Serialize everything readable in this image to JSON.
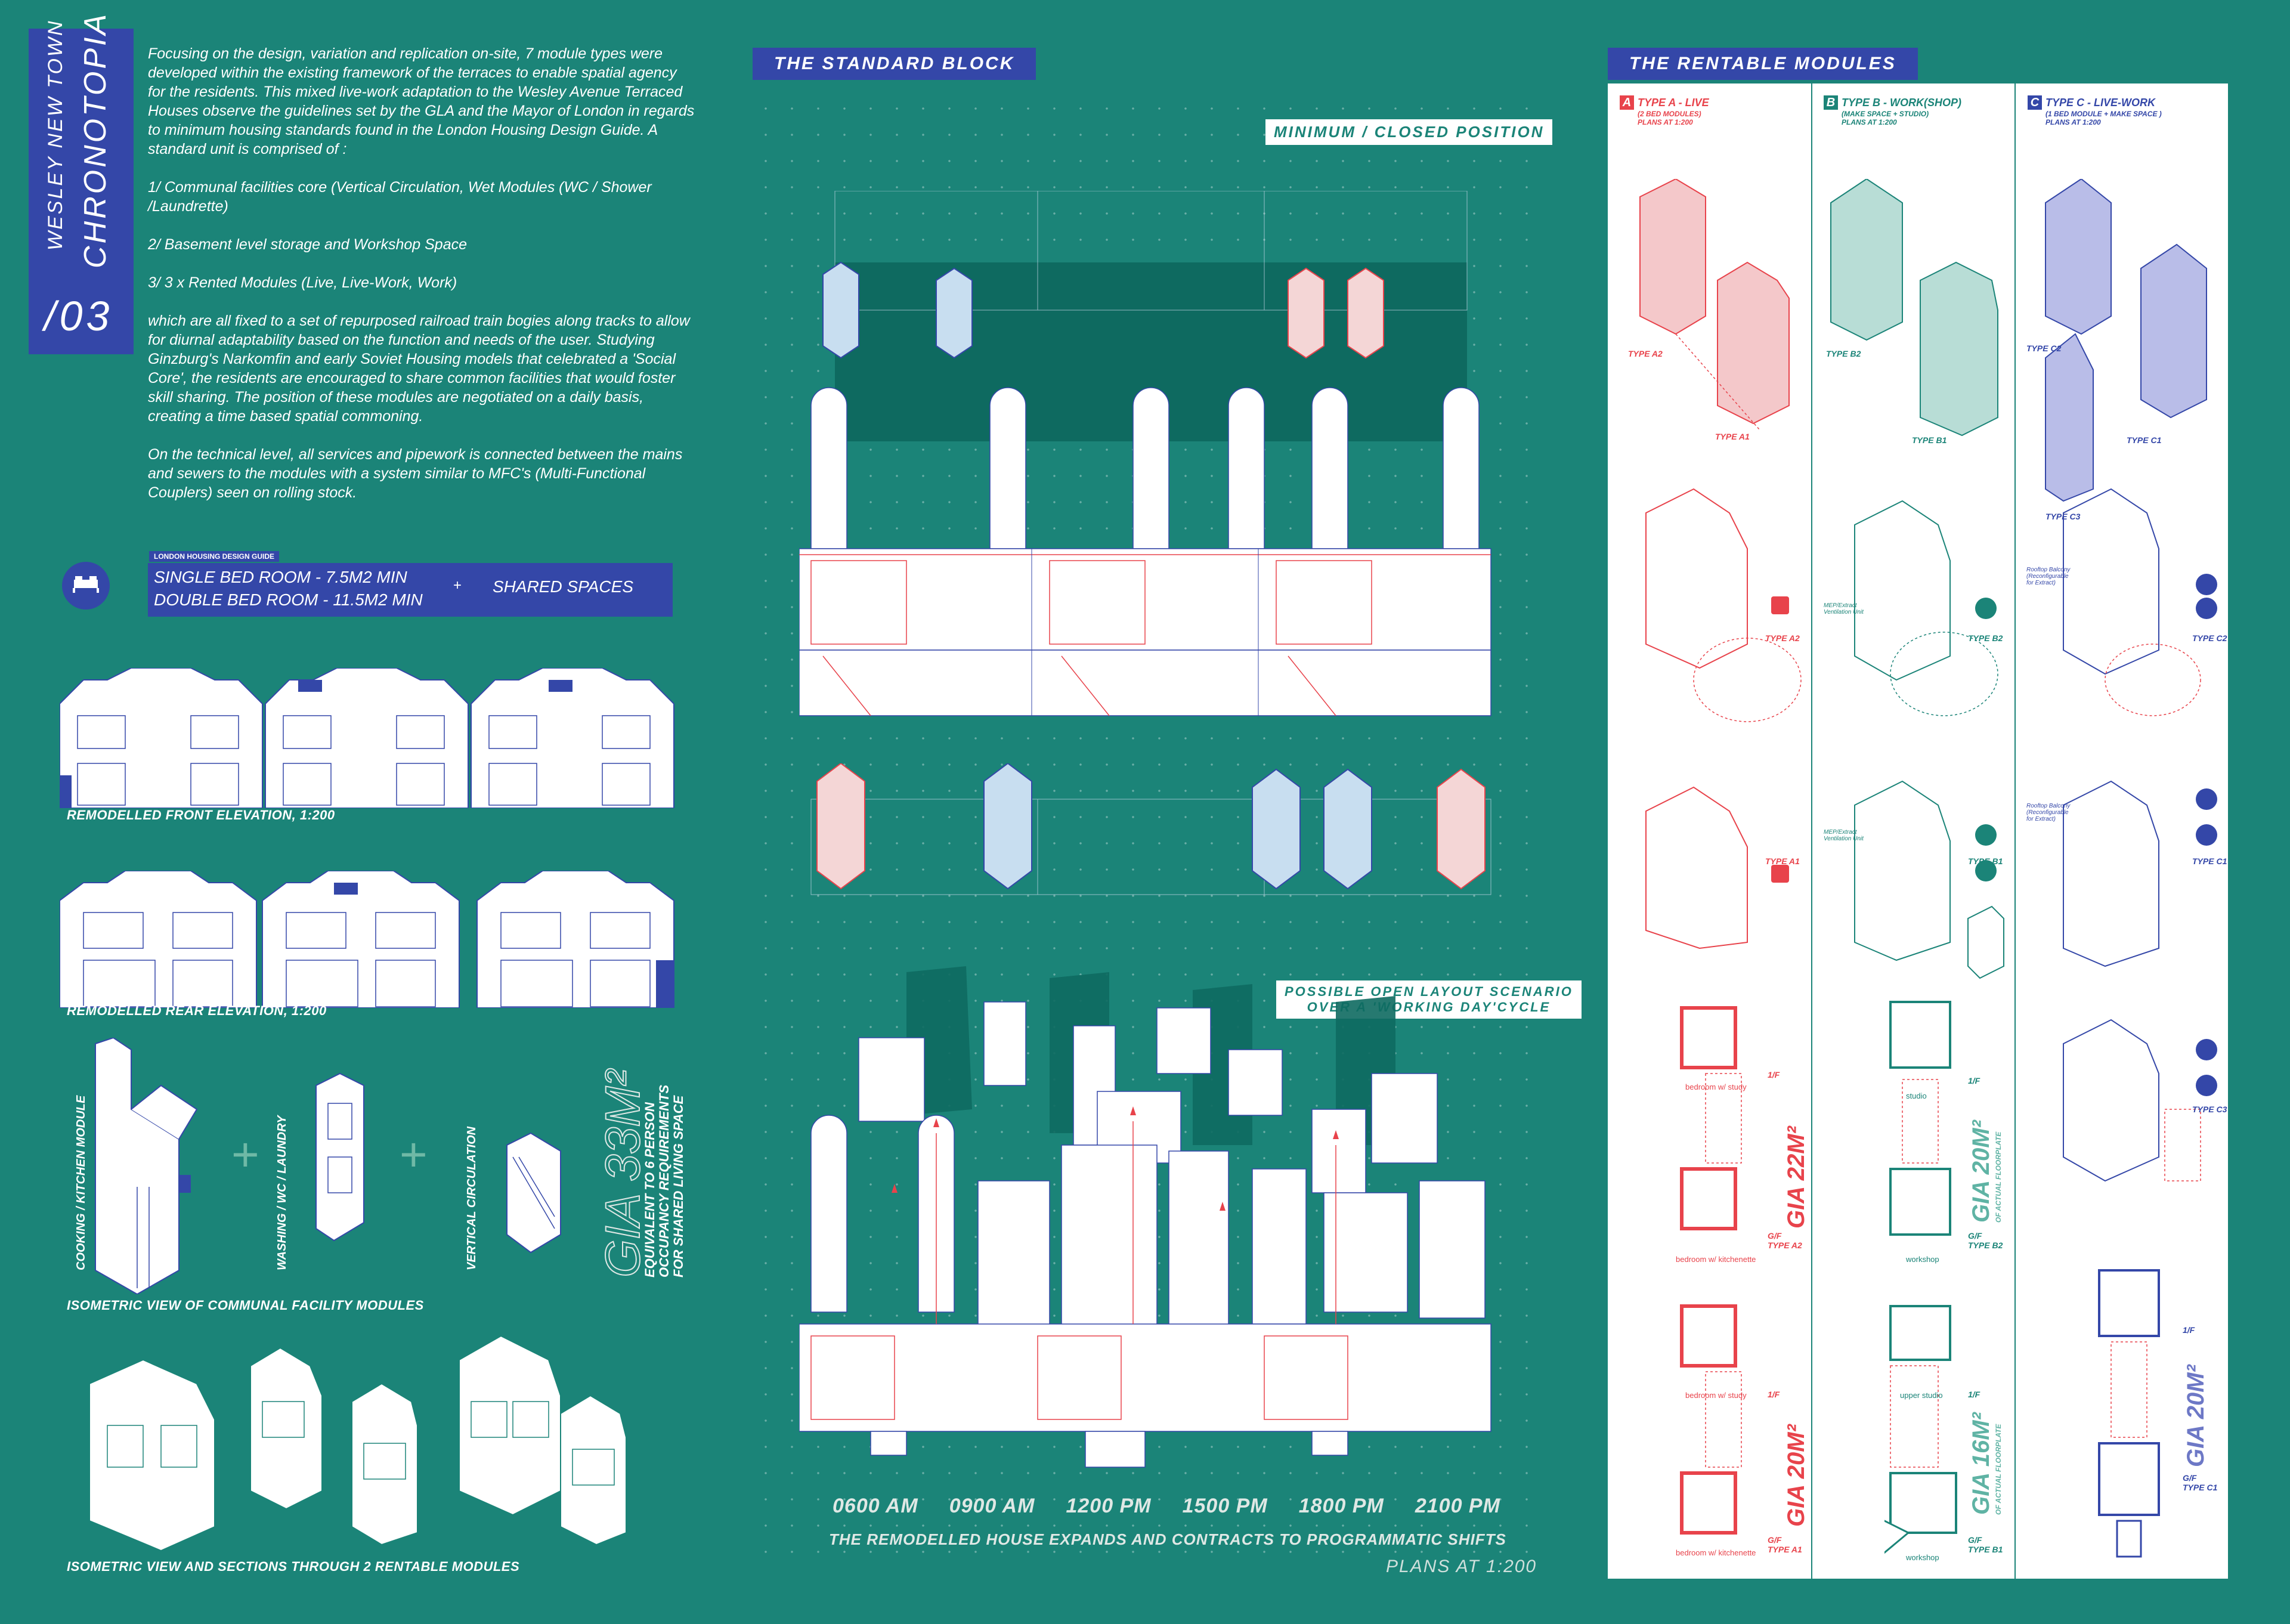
{
  "title": {
    "place": "WESLEY NEW TOWN",
    "name": "CHRONOTOPIA",
    "number": "/03"
  },
  "intro": {
    "p1": "Focusing on the design, variation and replication on-site, 7 module types were developed within the existing framework of the terraces to enable spatial agency for the residents. This mixed live-work adaptation to the Wesley Avenue Terraced Houses observe the guidelines set by the GLA and the Mayor of London in regards to minimum housing standards found in the London Housing Design Guide. A standard unit is comprised of :",
    "li1": "1/ Communal facilities core (Vertical Circulation, Wet Modules (WC / Shower /Laundrette)",
    "li2": "2/ Basement level storage and Workshop Space",
    "li3": "3/ 3 x Rented Modules (Live, Live-Work, Work)",
    "p2": "which are all fixed to a set of repurposed railroad train bogies along tracks to allow for diurnal adaptability based on the function and needs of the user. Studying Ginzburg's Narkomfin and early Soviet Housing models that celebrated a 'Social Core', the residents are encouraged to share common facilities that would foster skill sharing. The position of these modules are negotiated on a daily basis, creating a time based spatial commoning.",
    "p3": "On the technical level, all services and pipework is connected between the mains and sewers to the modules with a system similar to MFC's (Multi-Functional Couplers) seen on rolling stock."
  },
  "guide": {
    "tag": "LONDON HOUSING DESIGN GUIDE",
    "single": "SINGLE BED ROOM - 7.5M2 MIN",
    "double": "DOUBLE BED ROOM - 11.5M2 MIN",
    "plus": "+",
    "shared": "SHARED SPACES"
  },
  "captions": {
    "front": "REMODELLED FRONT ELEVATION, 1:200",
    "rear": "REMODELLED REAR ELEVATION, 1:200",
    "communal": "ISOMETRIC VIEW OF COMMUNAL FACILITY MODULES",
    "sections": "ISOMETRIC VIEW AND SECTIONS THROUGH 2 RENTABLE MODULES"
  },
  "communal_labels": {
    "cooking": "COOKING / KITCHEN MODULE",
    "washing": "WASHING / WC / LAUNDRY",
    "vertical": "VERTICAL CIRCULATION",
    "plus": "+"
  },
  "gia_main": {
    "value": "GIA 33M²",
    "l1": "EQUIVALENT TO 6 PERSON",
    "l2": "OCCUPANCY REQUIREMENTS",
    "l3": "FOR SHARED LIVING SPACE"
  },
  "standard_block": {
    "tag": "THE STANDARD BLOCK",
    "closed": "MINIMUM / CLOSED POSITION",
    "open_l1": "POSSIBLE OPEN LAYOUT SCENARIO",
    "open_l2": "OVER A 'WORKING DAY'CYCLE",
    "times": [
      "0600 AM",
      "0900 AM",
      "1200 PM",
      "1500 PM",
      "1800 PM",
      "2100 PM"
    ],
    "footer": "THE REMODELLED HOUSE EXPANDS AND CONTRACTS TO PROGRAMMATIC SHIFTS",
    "plans": "PLANS AT 1:200"
  },
  "rentable": {
    "tag": "THE RENTABLE MODULES",
    "colors": {
      "a": "#e8434b",
      "b": "#1b8478",
      "c": "#3447a8"
    },
    "a": {
      "letter": "A",
      "head": "TYPE A - LIVE",
      "sub1": "(2 BED MODULES)",
      "sub2": "PLANS AT 1:200",
      "t1": "TYPE A2",
      "t2": "TYPE A1",
      "gia1": "GIA 22M²",
      "gia2": "GIA 20M²",
      "r1": "bedroom w/ study",
      "r2": "bedroom w/ kitchenette",
      "r3": "bedroom w/ study",
      "r4": "bedroom w/ kitchenette",
      "f1": "1/F",
      "f2": "G/F",
      "tp1": "TYPE A2",
      "tp2": "TYPE A1"
    },
    "b": {
      "letter": "B",
      "head": "TYPE B - WORK(SHOP)",
      "sub1": "(MAKE SPACE + STUDIO)",
      "sub2": "PLANS AT 1:200",
      "t1": "TYPE B2",
      "t2": "TYPE B1",
      "gia1": "GIA 20M²",
      "gia2": "GIA 16M²",
      "gsub": "OF ACTUAL FLOORPLATE",
      "r1": "studio",
      "r2": "workshop",
      "r3": "upper studio",
      "r4": "workshop",
      "f1": "1/F",
      "f2": "G/F",
      "tp1": "TYPE B2",
      "tp2": "TYPE B1",
      "vent": "MEP/Extract Ventilation Unit"
    },
    "c": {
      "letter": "C",
      "head": "TYPE C - LIVE-WORK",
      "sub1": "(1 BED MODULE + MAKE SPACE )",
      "sub2": "PLANS AT 1:200",
      "t1": "TYPE C2",
      "t2": "TYPE C1",
      "t3": "TYPE C3",
      "gia1": "GIA 20M²",
      "f1": "1/F",
      "f2": "G/F",
      "tp1": "TYPE C1",
      "balcony": "Rooftop Balcony (Reconfigurable for Extract)"
    }
  }
}
